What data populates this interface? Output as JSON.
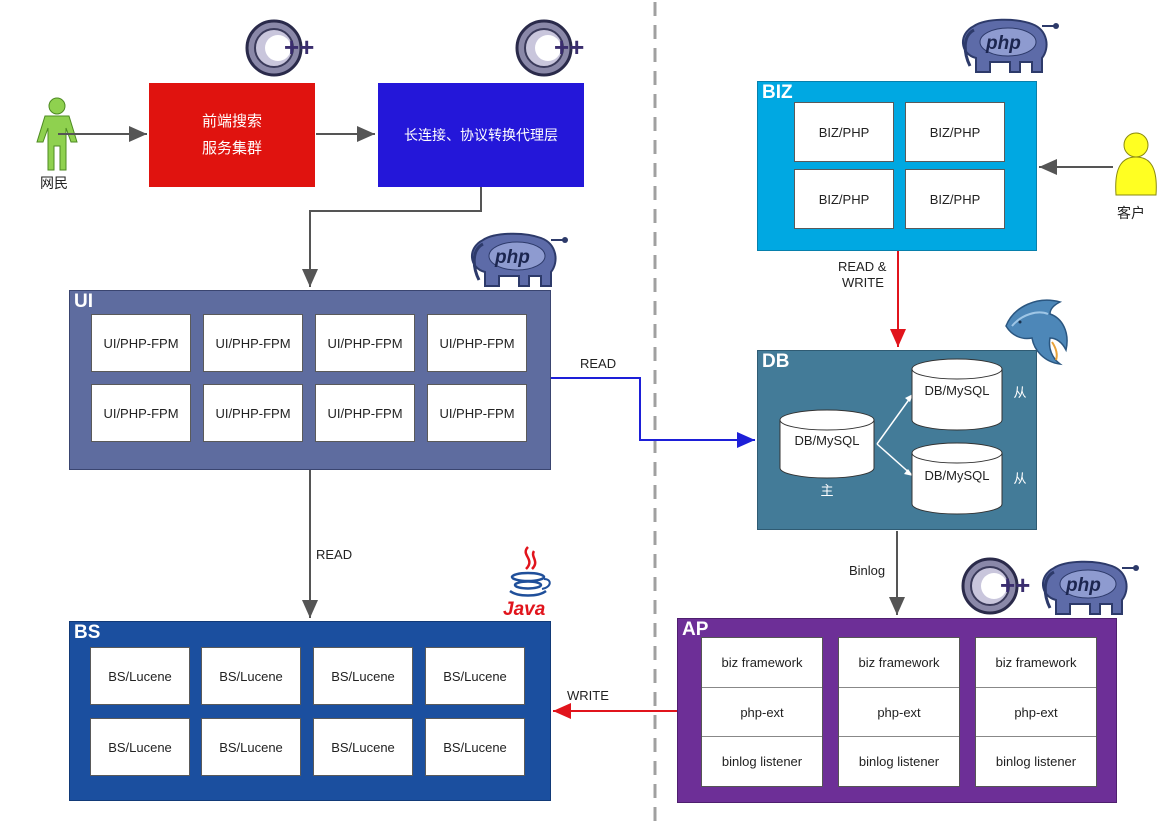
{
  "people": {
    "netizen": "网民",
    "customer": "客户"
  },
  "frontend_search": {
    "line1": "前端搜索",
    "line2": "服务集群"
  },
  "proxy_layer": "长连接、协议转换代理层",
  "ui": {
    "title": "UI",
    "nodes": [
      "UI/PHP-FPM",
      "UI/PHP-FPM",
      "UI/PHP-FPM",
      "UI/PHP-FPM",
      "UI/PHP-FPM",
      "UI/PHP-FPM",
      "UI/PHP-FPM",
      "UI/PHP-FPM"
    ]
  },
  "bs": {
    "title": "BS",
    "nodes": [
      "BS/Lucene",
      "BS/Lucene",
      "BS/Lucene",
      "BS/Lucene",
      "BS/Lucene",
      "BS/Lucene",
      "BS/Lucene",
      "BS/Lucene"
    ]
  },
  "biz": {
    "title": "BIZ",
    "nodes": [
      "BIZ/PHP",
      "BIZ/PHP",
      "BIZ/PHP",
      "BIZ/PHP"
    ]
  },
  "db": {
    "title": "DB",
    "master": {
      "name": "DB/MySQL",
      "role": "主"
    },
    "slaves": [
      {
        "name": "DB/MySQL",
        "role": "从"
      },
      {
        "name": "DB/MySQL",
        "role": "从"
      }
    ]
  },
  "ap": {
    "title": "AP",
    "columns": [
      [
        "biz  framework",
        "php-ext",
        "binlog listener"
      ],
      [
        "biz  framework",
        "php-ext",
        "binlog listener"
      ],
      [
        "biz  framework",
        "php-ext",
        "binlog listener"
      ]
    ]
  },
  "edges": {
    "ui_to_bs": "READ",
    "ui_to_db": "READ",
    "biz_to_db_line1": "READ &",
    "biz_to_db_line2": "WRITE",
    "db_to_ap": "Binlog",
    "ap_to_bs": "WRITE"
  },
  "logos": {
    "cpp": "C++",
    "php": "php",
    "java": "Java"
  },
  "colors": {
    "frontend_red": "#e0130f",
    "proxy_blue": "#2417d9",
    "ui_panel": "#5e6c9f",
    "bs_panel": "#1b4f9f",
    "biz_panel": "#00a8e2",
    "db_panel": "#437b98",
    "ap_panel": "#6d2f97",
    "arrow_gray": "#555555",
    "arrow_red": "#e1141c",
    "arrow_blue": "#1d1fd8"
  }
}
